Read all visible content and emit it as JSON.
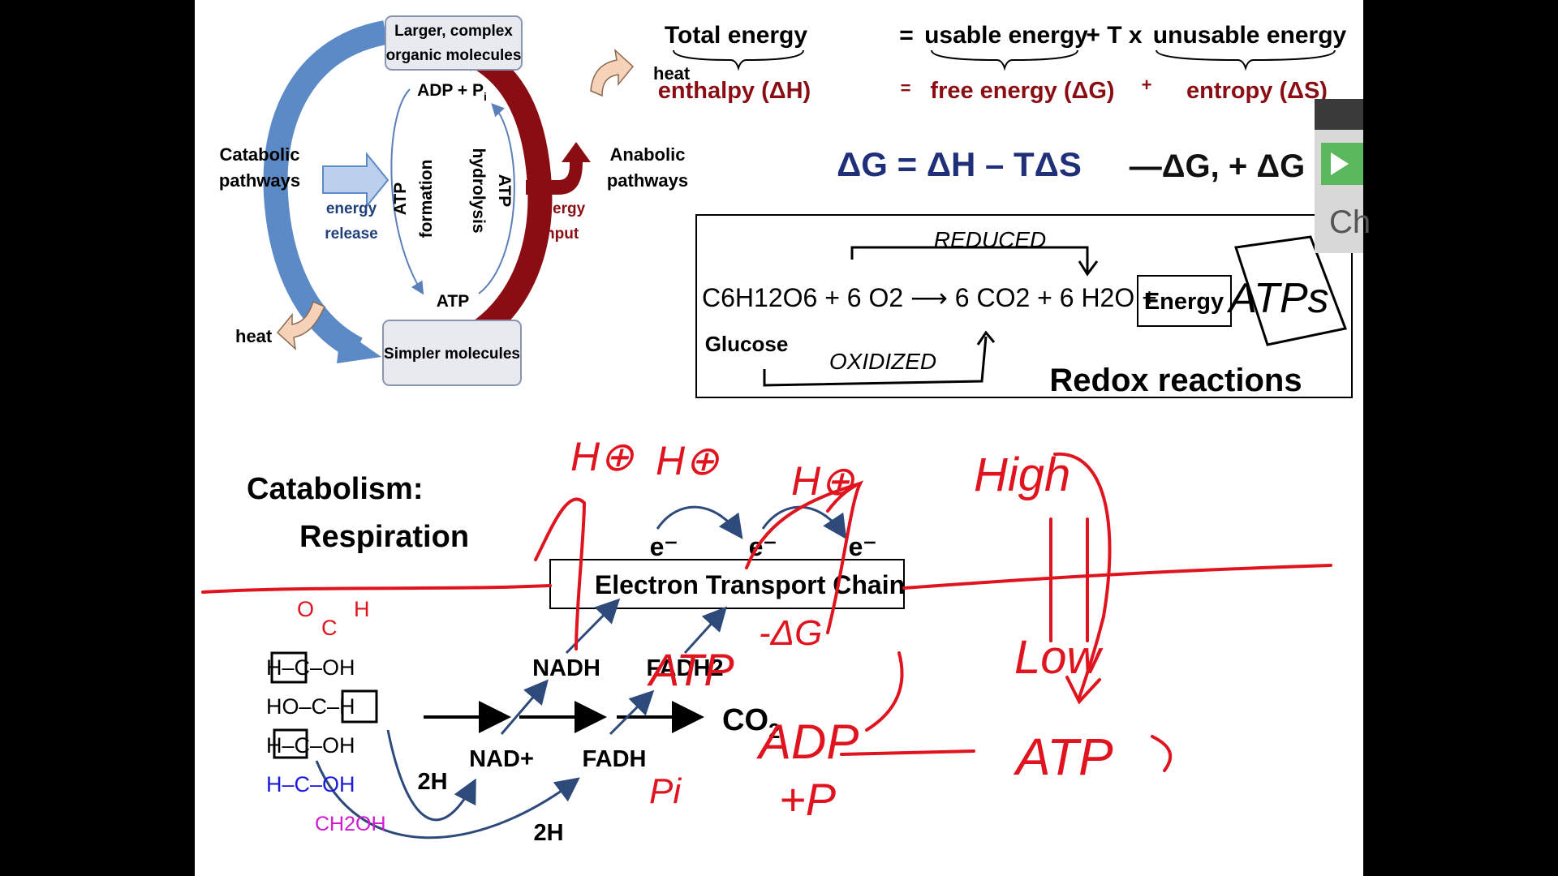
{
  "cycle": {
    "top_box": [
      "Larger, complex",
      "organic molecules"
    ],
    "bottom_box": "Simpler molecules",
    "adp": "ADP + P",
    "adp_sub": "i",
    "atp_bottom": "ATP",
    "atp_formation": [
      "ATP",
      "formation"
    ],
    "atp_hydrolysis": [
      "ATP",
      "hydrolysis"
    ],
    "catabolic": [
      "Catabolic",
      "pathways"
    ],
    "anabolic": [
      "Anabolic",
      "pathways"
    ],
    "energy_release": [
      "energy",
      "release"
    ],
    "energy_input": [
      "energy",
      "input"
    ],
    "heat_top": "heat",
    "heat_bottom": "heat"
  },
  "energy_eq": {
    "total": "Total energy",
    "eq": "=",
    "usable": "usable energy",
    "plus_t": "+ T x",
    "unusable": "unusable energy",
    "enthalpy": "enthalpy (ΔH)",
    "eq2": "=",
    "free": "free energy (ΔG)",
    "plus2": "+",
    "entropy": "entropy (ΔS)",
    "gibbs": "ΔG = ΔH – TΔS",
    "signs": "—ΔG, + ΔG"
  },
  "redox": {
    "formula": "C6H12O6 + 6 O2 ⟶ 6 CO2 + 6 H2O +",
    "energy": "Energy",
    "glucose": "Glucose",
    "title": "Redox reactions",
    "hw_reduced": "REDUCED",
    "hw_oxidized": "OXIDIZED",
    "hw_atps": "ATPs"
  },
  "catabolism": {
    "title_1": "Catabolism:",
    "title_2": "Respiration",
    "etc": "Electron Transport Chain",
    "e1": "e⁻",
    "e2": "e⁻",
    "e3": "e⁻",
    "nadh": "NADH",
    "fadh2": "FADH2",
    "nad": "NAD+",
    "fadh": "FADH",
    "co2": "CO",
    "co2_sub": "2",
    "two_h_1": "2H",
    "two_h_2": "2H"
  },
  "glucose": {
    "o": "O",
    "c": "C",
    "h_top": "H",
    "row1": "H–C–OH",
    "row2": "HO–C–H",
    "row3": "H–C–OH",
    "row4": "H–C–OH",
    "row5": "CH2OH"
  },
  "handwriting": {
    "h1": "H⊕",
    "h2": "H⊕",
    "h3": "H⊕",
    "high": "High",
    "low": "Low",
    "neg_dg": "-ΔG",
    "atp_left": "ATP",
    "pi": "Pi",
    "adp": "ADP",
    "plus_p": "+P",
    "atp_right": "ATP"
  },
  "player": {
    "ch": "Ch"
  },
  "colors": {
    "blue": "#5b8ac6",
    "darkred": "#8b0d14",
    "red": "#e0141e",
    "navy": "#1f2f7a",
    "chemred": "#e0141e",
    "chemblue": "#1a1ae0",
    "chemmagenta": "#d01ad0"
  }
}
